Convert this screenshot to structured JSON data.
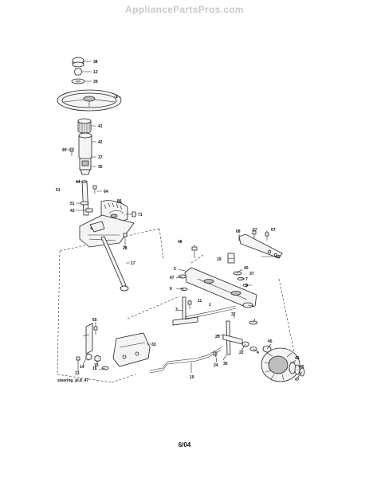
{
  "watermark": "AppliancePartsPros.com",
  "diagram_id": "steering_pl.8_47",
  "date_code": "6/04",
  "callouts": [
    "38",
    "12",
    "39",
    "1",
    "41",
    "42",
    "37",
    "37",
    "36",
    "44",
    "64",
    "51",
    "51",
    "43",
    "86",
    "71",
    "28",
    "17",
    "48",
    "67",
    "67",
    "68",
    "19",
    "65",
    "2",
    "47",
    "5",
    "7",
    "40",
    "37",
    "3",
    "11",
    "1",
    "32",
    "6",
    "25",
    "22",
    "30",
    "45",
    "14",
    "65",
    "16",
    "13",
    "15",
    "33",
    "24",
    "10",
    "46",
    "45",
    "4",
    "47"
  ]
}
